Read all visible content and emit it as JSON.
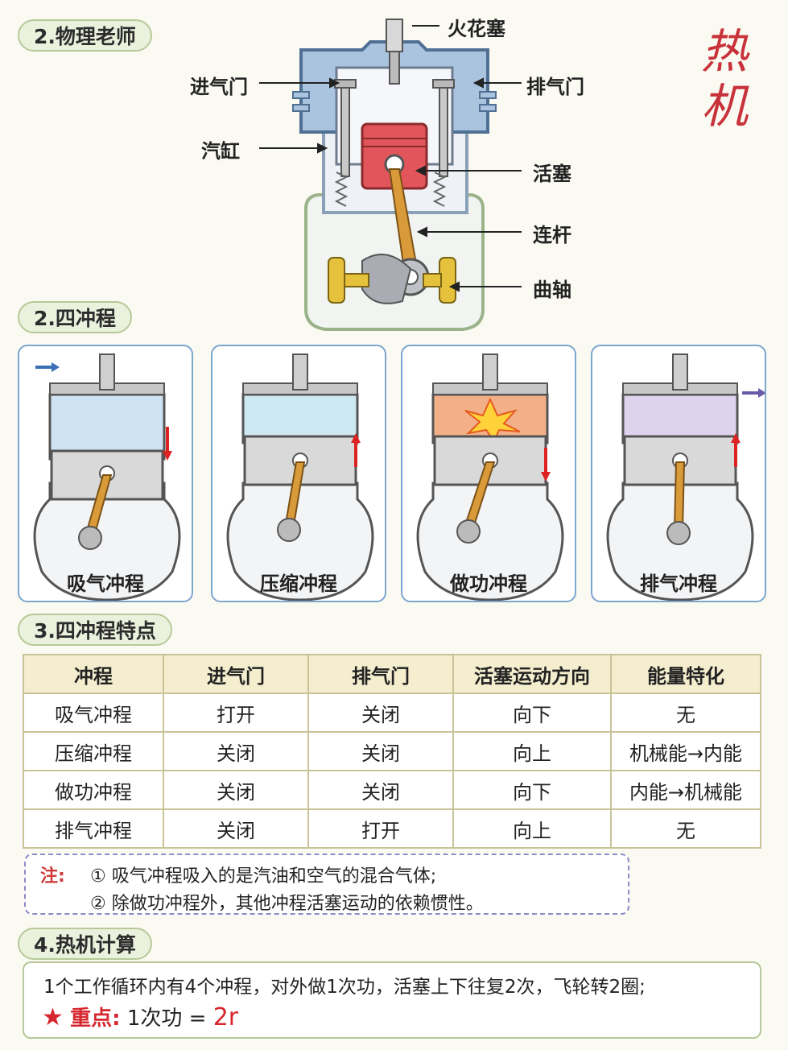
{
  "sections": {
    "s1": "2.物理老师",
    "s2": "2.四冲程",
    "s3": "3.四冲程特点",
    "s4": "4.热机计算"
  },
  "page_title": [
    "热",
    "机"
  ],
  "engine_labels": {
    "spark_plug": "火花塞",
    "intake_valve": "进气门",
    "exhaust_valve": "排气门",
    "cylinder": "汽缸",
    "piston": "活塞",
    "connecting_rod": "连杆",
    "crankshaft": "曲轴"
  },
  "strokes": [
    {
      "name": "吸气冲程"
    },
    {
      "name": "压缩冲程"
    },
    {
      "name": "做功冲程"
    },
    {
      "name": "排气冲程"
    }
  ],
  "table": {
    "headers": [
      "冲程",
      "进气门",
      "排气门",
      "活塞运动方向",
      "能量特化"
    ],
    "rows": [
      [
        "吸气冲程",
        "打开",
        "关闭",
        "向下",
        "无"
      ],
      [
        "压缩冲程",
        "关闭",
        "关闭",
        "向上",
        "机械能→内能"
      ],
      [
        "做功冲程",
        "关闭",
        "关闭",
        "向下",
        "内能→机械能"
      ],
      [
        "排气冲程",
        "关闭",
        "打开",
        "向上",
        "无"
      ]
    ]
  },
  "note": {
    "label": "注:",
    "line1": "① 吸气冲程吸入的是汽油和空气的混合气体;",
    "line2": "② 除做功冲程外，其他冲程活塞运动的依赖惯性。"
  },
  "calc": {
    "line1": "1个工作循环内有4个冲程，对外做1次功，活塞上下往复2次，飞轮转2圈;",
    "star": "★",
    "key_label": "重点:",
    "formula": "1次功 =",
    "answer": "2r"
  },
  "colors": {
    "accent_red": "#d6262e",
    "badge_bg": "#eaf1dc",
    "card_border": "#7aa6cf",
    "table_header_bg": "#f4eecf"
  }
}
